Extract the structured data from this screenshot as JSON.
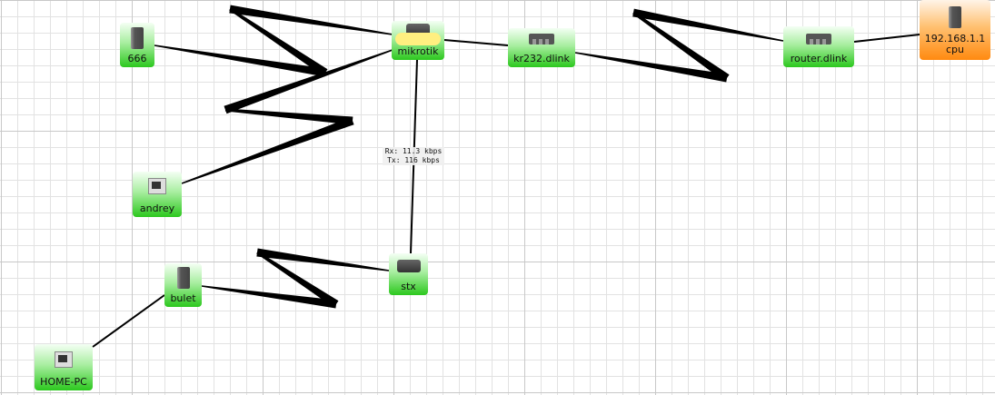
{
  "nodes": {
    "n666": {
      "label": "666",
      "icon": "server-globe-icon"
    },
    "mikrotik": {
      "label": "mikrotik",
      "icon": "router-cloud-icon"
    },
    "kr232": {
      "label": "kr232.dlink",
      "icon": "switch-icon"
    },
    "router": {
      "label": "router.dlink",
      "icon": "switch-icon"
    },
    "cpu": {
      "label": "192.168.1.1",
      "sublabel": "cpu",
      "icon": "server-icon",
      "status_color": "#ff8a10"
    },
    "andrey": {
      "label": "andrey",
      "icon": "workstation-icon"
    },
    "stx": {
      "label": "stx",
      "icon": "box-device-icon"
    },
    "bulet": {
      "label": "bulet",
      "icon": "server-icon"
    },
    "homepc": {
      "label": "HOME-PC",
      "icon": "workstation-icon"
    }
  },
  "link_stats": {
    "rx": "Rx: 11.3 kbps",
    "tx": "Tx: 116 kbps"
  },
  "colors": {
    "up": "#2cc81e",
    "warning": "#ff8a10"
  }
}
